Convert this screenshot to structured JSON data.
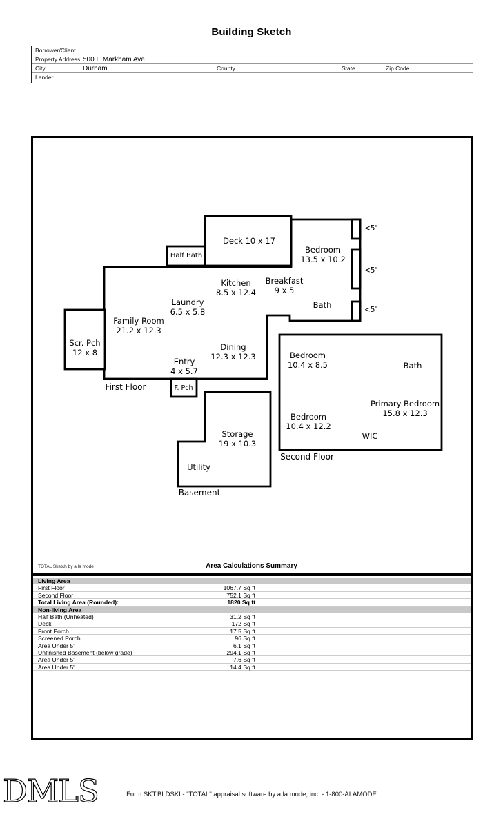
{
  "page_title": "Building Sketch",
  "header_form": {
    "borrower_label": "Borrower/Client",
    "property_address_label": "Property Address",
    "property_address_value": "500 E Markham Ave",
    "city_label": "City",
    "city_value": "Durham",
    "county_label": "County",
    "state_label": "State",
    "zip_label": "Zip Code",
    "lender_label": "Lender"
  },
  "sketch": {
    "rooms": [
      {
        "name": "Deck 10 x 17"
      },
      {
        "name": "Half Bath"
      },
      {
        "name": "Bedroom",
        "dim": "13.5 x 10.2"
      },
      {
        "name": "Kitchen",
        "dim": "8.5 x 12.4"
      },
      {
        "name": "Breakfast",
        "dim": "9 x 5"
      },
      {
        "name": "Laundry",
        "dim": "6.5 x 5.8"
      },
      {
        "name": "Bath"
      },
      {
        "name": "Family Room",
        "dim": "21.2 x 12.3"
      },
      {
        "name": "Scr. Pch",
        "dim": "12 x 8"
      },
      {
        "name": "Dining",
        "dim": "12.3 x 12.3"
      },
      {
        "name": "Entry",
        "dim": "4 x 5.7"
      },
      {
        "name": "F. Pch"
      },
      {
        "name": "Bedroom",
        "dim": "10.4 x 8.5"
      },
      {
        "name": "Bath"
      },
      {
        "name": "Primary Bedroom",
        "dim": "15.8 x 12.3"
      },
      {
        "name": "Bedroom",
        "dim": "10.4 x 12.2"
      },
      {
        "name": "WIC"
      },
      {
        "name": "Storage",
        "dim": "19 x 10.3"
      },
      {
        "name": "Utility"
      }
    ],
    "floor_labels": [
      "First Floor",
      "Second Floor",
      "Basement"
    ],
    "under5_labels": [
      "<5'",
      "<5'",
      "<5'"
    ]
  },
  "area_summary": {
    "credit": "TOTAL Sketch by a la mode",
    "title": "Area Calculations Summary",
    "sections": [
      {
        "header": "Living Area",
        "rows": [
          {
            "label": "First Floor",
            "value": "1067.7 Sq ft"
          },
          {
            "label": "Second Floor",
            "value": "752.1 Sq ft"
          },
          {
            "label": "Total Living Area (Rounded):",
            "value": "1820 Sq ft"
          }
        ]
      },
      {
        "header": "Non-living Area",
        "rows": [
          {
            "label": "Half Bath (Unheated)",
            "value": "31.2 Sq ft"
          },
          {
            "label": "Deck",
            "value": "172 Sq ft"
          },
          {
            "label": "Front Porch",
            "value": "17.5 Sq ft"
          },
          {
            "label": "Screened Porch",
            "value": "96 Sq ft"
          },
          {
            "label": "Area Under 5'",
            "value": "6.1 Sq ft"
          },
          {
            "label": "Unfinished Basement (below grade)",
            "value": "294.1 Sq ft"
          },
          {
            "label": "Area Under 5'",
            "value": "7.6 Sq ft"
          },
          {
            "label": "Area Under 5'",
            "value": "14.4 Sq ft"
          }
        ]
      }
    ]
  },
  "footer": {
    "logo": "DMLS",
    "form_line": "Form SKT.BLDSKI - \"TOTAL\" appraisal software by a la mode, inc. - 1-800-ALAMODE"
  },
  "colors": {
    "wall": "#000000",
    "section_bar": "#c8c8c8"
  }
}
